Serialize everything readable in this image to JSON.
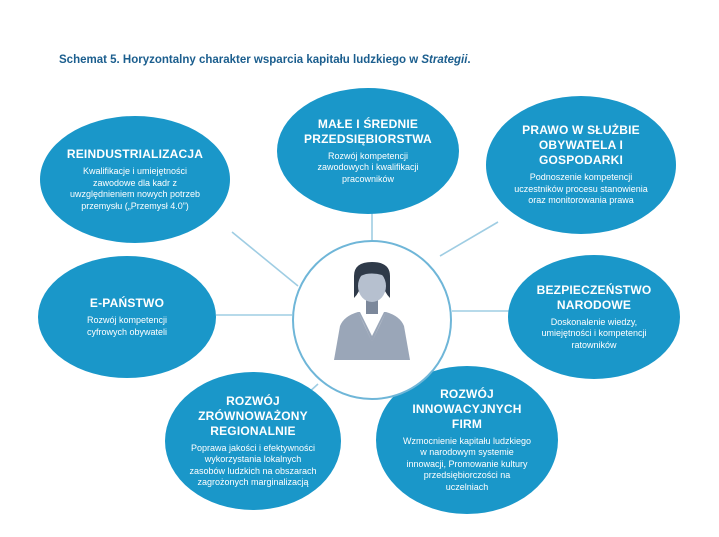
{
  "title_main": "Schemat 5. Horyzontalny charakter wsparcia kapitału ludzkiego w ",
  "title_italic": "Strategii",
  "title_end": ".",
  "nodes": {
    "reindustrializacja": {
      "heading": "REINDUSTRIALIZACJA",
      "desc": "Kwalifikacje i umiejętności zawodowe dla kadr z uwzględnieniem nowych potrzeb przemysłu („Przemysł 4.0”)"
    },
    "msp": {
      "heading": "MAŁE I ŚREDNIE PRZEDSIĘBIORSTWA",
      "desc": "Rozwój kompetencji zawodowych i kwalifikacji pracowników"
    },
    "prawo": {
      "heading": "PRAWO W SŁUŻBIE OBYWATELA I GOSPODARKI",
      "desc": "Podnoszenie kompetencji uczestników procesu stanowienia oraz monitorowania prawa"
    },
    "epanstwo": {
      "heading": "E-PAŃSTWO",
      "desc": "Rozwój kompetencji cyfrowych obywateli"
    },
    "bezpieczenstwo": {
      "heading": "BEZPIECZEŃSTWO NARODOWE",
      "desc": "Doskonalenie wiedzy, umiejętności i kompetencji ratowników"
    },
    "regionalny": {
      "heading": "ROZWÓJ ZRÓWNOWAŻONY REGIONALNIE",
      "desc": "Poprawa jakości i efektywności wykorzystania lokalnych zasobów ludzkich na obszarach zagrożonych marginalizacją"
    },
    "innowacje": {
      "heading": "ROZWÓJ INNOWACYJNYCH FIRM",
      "desc": "Wzmocnienie kapitału ludzkiego w narodowym systemie innowacji, Promowanie kultury przedsiębiorczości na uczelniach"
    }
  },
  "colors": {
    "circle": "#1a97c9",
    "title": "#1b5e8e",
    "connector": "#9fcde3",
    "center_border": "#6fb6d8"
  },
  "icons": {
    "center": "person-icon"
  }
}
